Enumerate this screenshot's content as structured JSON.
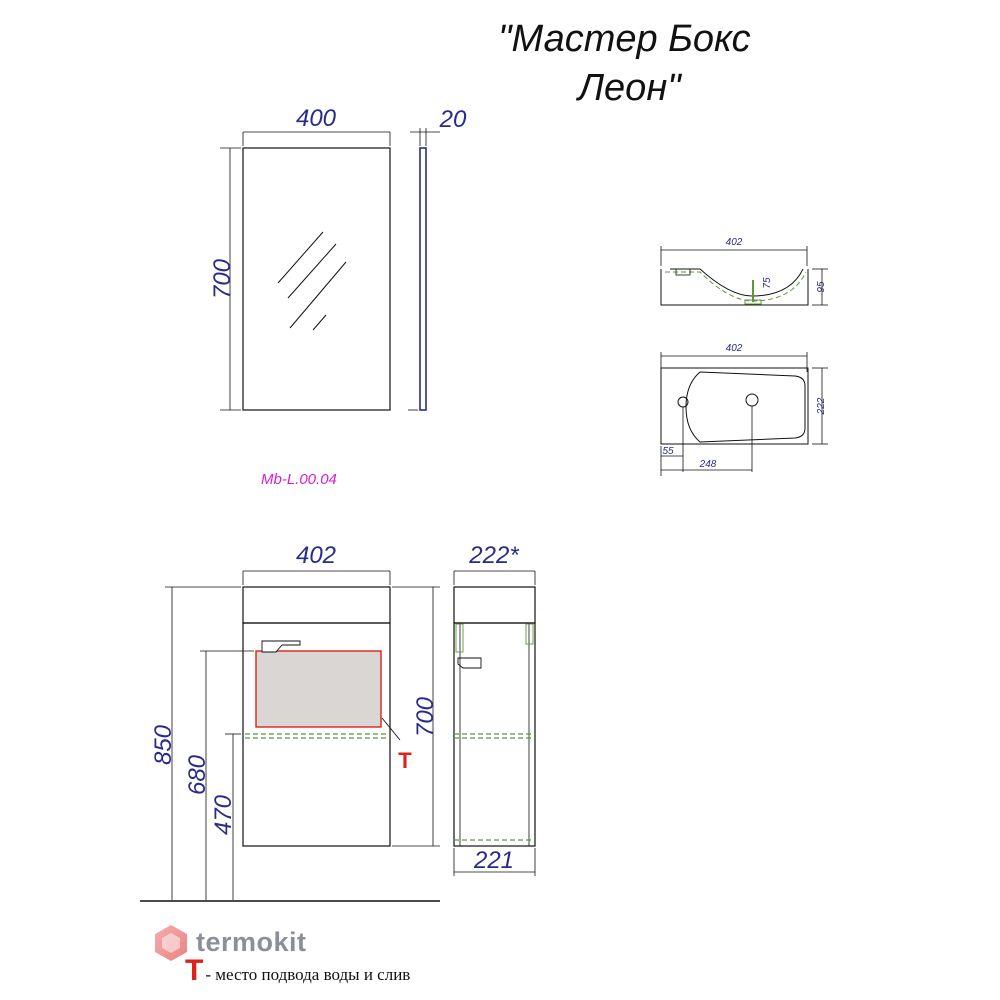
{
  "title": {
    "line1": "\"Мастер Бокс",
    "line2": "Леон\""
  },
  "colors": {
    "dimension": "#2a2a8c",
    "model": "#d41fd4",
    "highlight": "#e0201a",
    "guide": "#5a9a3a"
  },
  "mirror": {
    "width": "400",
    "depth": "20",
    "height": "700",
    "model_code": "Mb-L.00.04"
  },
  "basin_side": {
    "width": "402",
    "height": "95",
    "bowl_depth": "75"
  },
  "basin_top": {
    "width": "402",
    "depth": "222",
    "edge_offset": "55",
    "hole_distance": "248"
  },
  "cabinet_front": {
    "width": "402",
    "total_height": "850",
    "pipe_height": "680",
    "shelf_height": "470",
    "body_height": "700"
  },
  "cabinet_side": {
    "top_depth": "222*",
    "bottom_depth": "221"
  },
  "legend": {
    "symbol": "Т",
    "text": "- место подвода воды и слив"
  },
  "logo": {
    "text": "termokit",
    "icon": "hexagon-logo-icon"
  }
}
